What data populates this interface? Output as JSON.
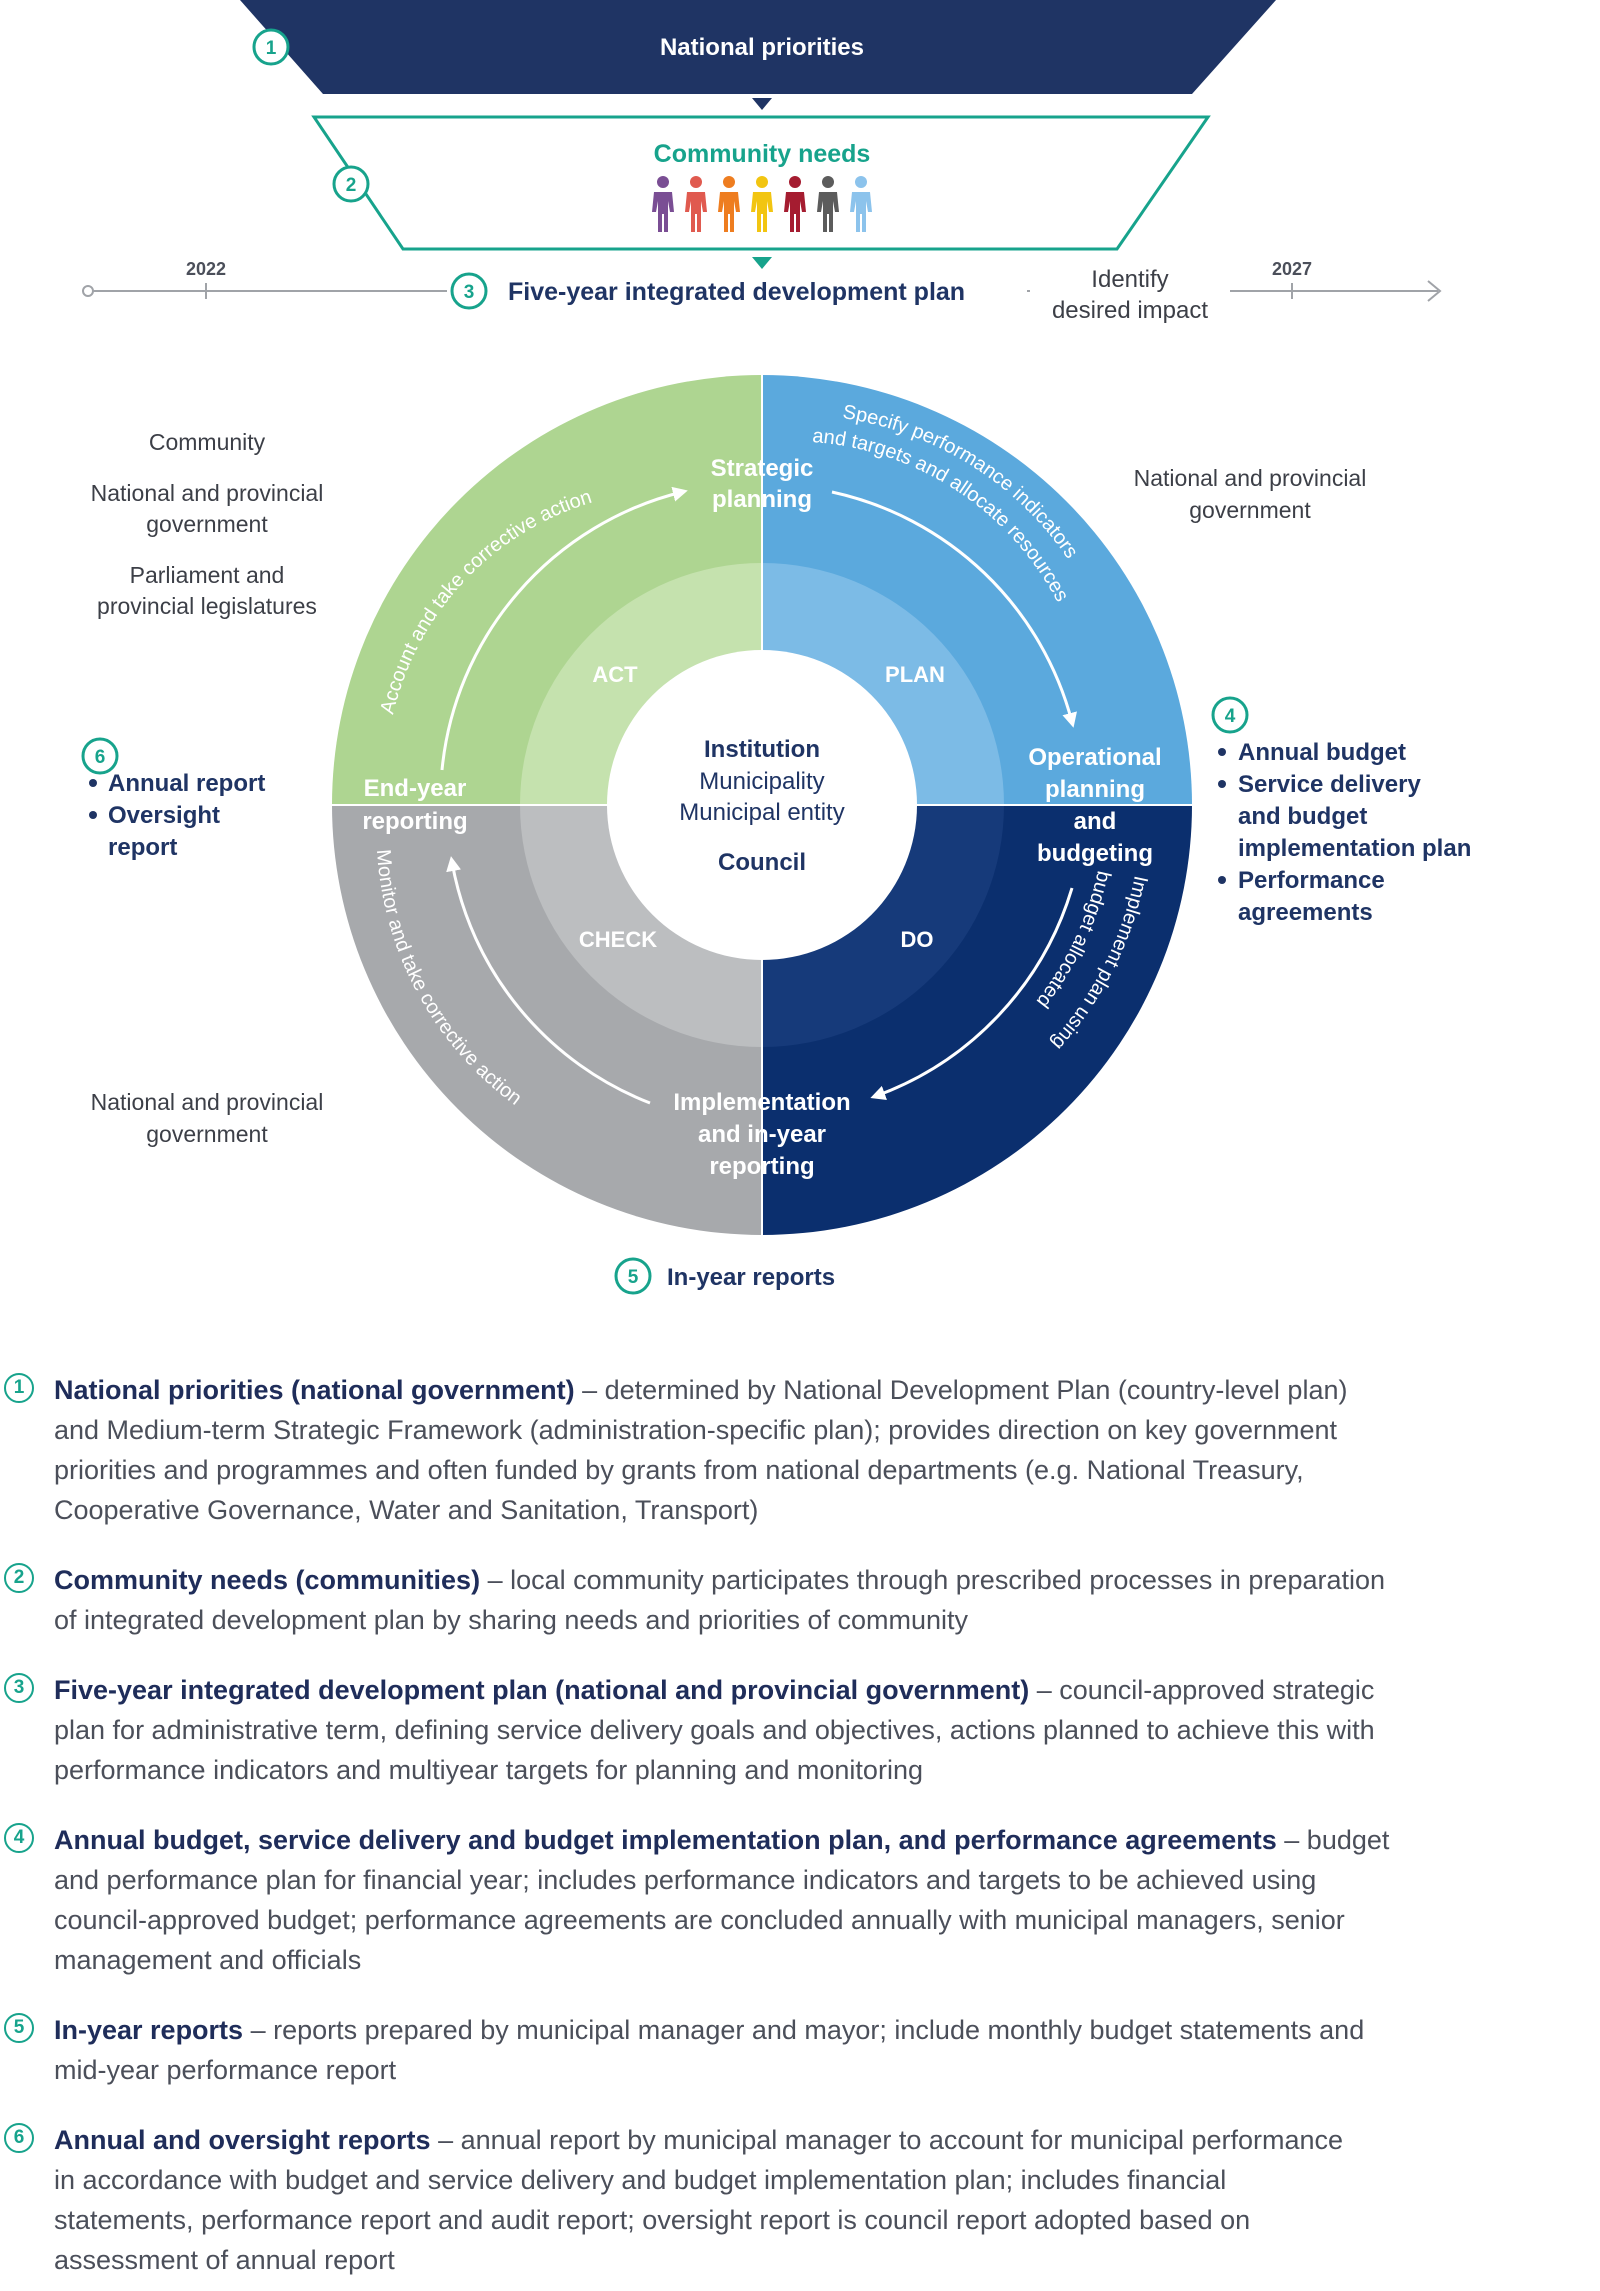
{
  "header": {
    "national_priorities": "National priorities",
    "community_needs": "Community needs",
    "idp": "Five-year integrated development plan",
    "identify_line1": "Identify",
    "identify_line2": "desired impact",
    "year_start": "2022",
    "year_end": "2027",
    "step_numbers": [
      "1",
      "2",
      "3",
      "4",
      "5",
      "6"
    ]
  },
  "colors": {
    "navy": "#1f3464",
    "teal": "#17a38c",
    "green_outer": "#aed591",
    "green_inner": "#c5e2ae",
    "blue_outer": "#5ba9dd",
    "blue_inner": "#7cbbe6",
    "dark_outer": "#0b2f6e",
    "dark_inner": "#163a7a",
    "grey_outer": "#a7a9ac",
    "grey_inner": "#bcbec0",
    "people": [
      "#7a4e94",
      "#e05a4f",
      "#ee7d20",
      "#f2c511",
      "#a51c30",
      "#5c5c5c",
      "#8cc3ec"
    ]
  },
  "cycle": {
    "center_institution": "Institution",
    "center_municipality": "Municipality",
    "center_entity": "Municipal entity",
    "center_council": "Council",
    "quadrants": {
      "act": "ACT",
      "plan": "PLAN",
      "check": "CHECK",
      "do": "DO"
    },
    "stages": {
      "strategic_line1": "Strategic",
      "strategic_line2": "planning",
      "operational_line1": "Operational",
      "operational_line2": "planning",
      "operational_line3": "and",
      "operational_line4": "budgeting",
      "implementation_line1": "Implementation",
      "implementation_line2": "and in-year",
      "implementation_line3": "reporting",
      "endyear_line1": "End-year",
      "endyear_line2": "reporting"
    },
    "arc_texts": {
      "act": "Account and take corrective action",
      "plan_line1": "Specify performance indicators",
      "plan_line2": "and targets and allocate resources",
      "do_line1": "Implement plan using",
      "do_line2": "budget allocated",
      "check": "Monitor and take corrective action"
    }
  },
  "side_labels": {
    "left_top": [
      "Community",
      "National and provincial",
      "government",
      "Parliament and",
      "provincial legislatures"
    ],
    "right_top": [
      "National and provincial",
      "government"
    ],
    "left_bottom": [
      "National and provincial",
      "government"
    ]
  },
  "step4": {
    "items": [
      "Annual budget",
      "Service delivery",
      "and budget",
      "implementation plan",
      "Performance",
      "agreements"
    ]
  },
  "step6": {
    "items": [
      "Annual report",
      "Oversight",
      "report"
    ]
  },
  "step5": {
    "label": "In-year reports"
  },
  "legend": [
    {
      "num": "1",
      "title": "National priorities (national government)",
      "lines": [
        " – determined by National Development Plan (country-level plan)",
        "and Medium-term Strategic Framework (administration-specific plan); provides direction on key government",
        "priorities and programmes and often funded by grants from national departments (e.g. National Treasury,",
        "Cooperative Governance, Water and Sanitation, Transport)"
      ]
    },
    {
      "num": "2",
      "title": "Community needs (communities)",
      "lines": [
        " – local community participates through prescribed processes in preparation",
        "of integrated development plan by sharing needs and priorities of community"
      ]
    },
    {
      "num": "3",
      "title": "Five-year integrated development plan (national and provincial government)",
      "lines": [
        " – council-approved strategic",
        "plan for administrative term, defining service delivery goals and objectives, actions planned to achieve this with",
        "performance indicators and multiyear targets for planning and monitoring"
      ]
    },
    {
      "num": "4",
      "title": "Annual budget, service delivery and budget implementation plan, and performance agreements",
      "lines": [
        " – budget",
        "and performance plan for financial year; includes performance indicators and targets to be achieved using",
        "council-approved budget; performance agreements are concluded annually with municipal managers, senior",
        "management and officials"
      ]
    },
    {
      "num": "5",
      "title": "In-year reports",
      "lines": [
        " – reports prepared by municipal manager and mayor; include monthly budget statements and",
        "mid-year performance report"
      ]
    },
    {
      "num": "6",
      "title": "Annual and oversight reports",
      "lines": [
        " – annual report by municipal manager to account for municipal performance",
        "in accordance with budget and service delivery and budget implementation plan; includes financial",
        "statements, performance report and audit report; oversight report is council report adopted based on",
        "assessment of annual report"
      ]
    }
  ]
}
